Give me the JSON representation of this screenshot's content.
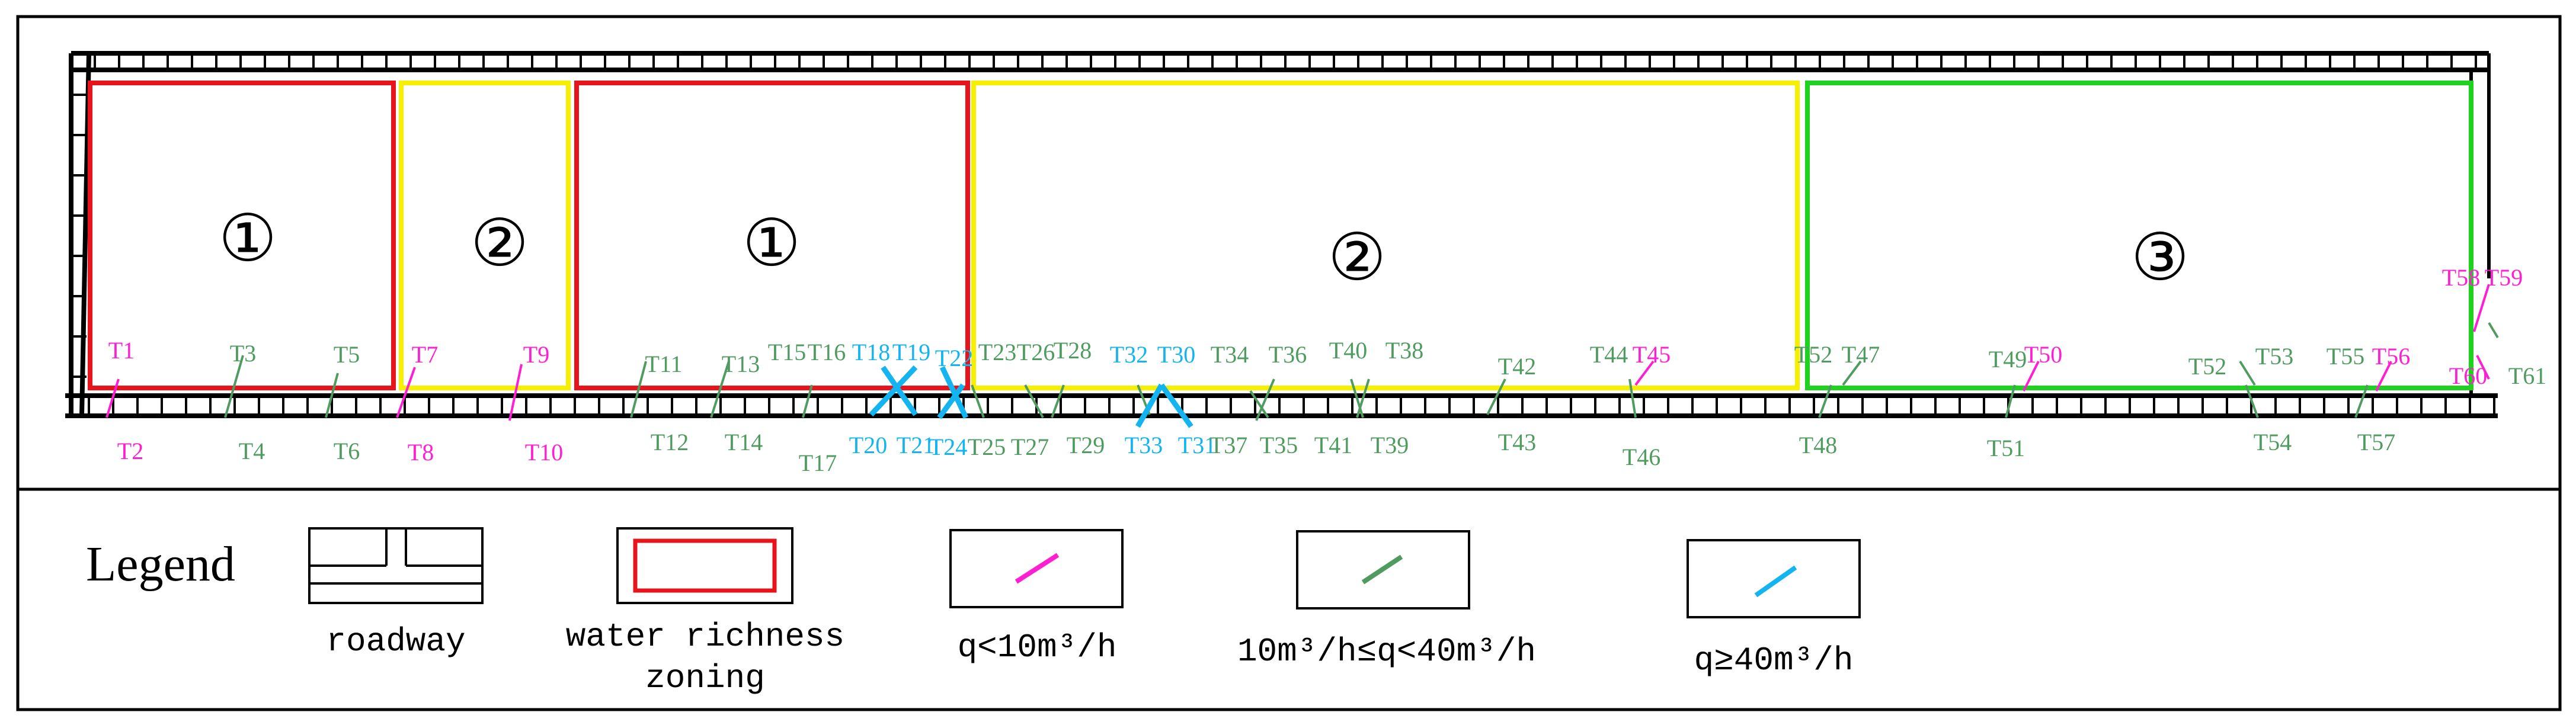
{
  "colors": {
    "red": "#e8141c",
    "yellow": "#f6f000",
    "green": "#1fd21f",
    "magenta": "#ff1fd2",
    "darkgreen": "#4f9b60",
    "cyan": "#14b4f0",
    "black": "#000000"
  },
  "zones": [
    {
      "id": "z1a",
      "label": "①",
      "color": "red"
    },
    {
      "id": "z2a",
      "label": "②",
      "color": "yellow"
    },
    {
      "id": "z1b",
      "label": "①",
      "color": "red"
    },
    {
      "id": "z2b",
      "label": "②",
      "color": "yellow"
    },
    {
      "id": "z3",
      "label": "③",
      "color": "green"
    }
  ],
  "points": [
    "T1",
    "T2",
    "T3",
    "T4",
    "T5",
    "T6",
    "T7",
    "T8",
    "T9",
    "T10",
    "T11",
    "T12",
    "T13",
    "T14",
    "T15",
    "T16",
    "T17",
    "T18",
    "T19",
    "T20",
    "T21",
    "T22",
    "T23",
    "T24",
    "T25",
    "T26",
    "T27",
    "T28",
    "T29",
    "T30",
    "T31",
    "T32",
    "T33",
    "T34",
    "T35",
    "T36",
    "T37",
    "T38",
    "T39",
    "T40",
    "T41",
    "T42",
    "T43",
    "T44",
    "T45",
    "T46",
    "T47",
    "T48",
    "T49",
    "T50",
    "T51",
    "T52",
    "T53",
    "T54",
    "T55",
    "T56",
    "T57",
    "T58",
    "T59",
    "T60",
    "T61"
  ],
  "legend": {
    "title": "Legend",
    "roadway": "roadway",
    "zoning_line1": "water richness",
    "zoning_line2": "zoning",
    "q_low": "q<10m³/h",
    "q_mid": "10m³/h≤q<40m³/h",
    "q_high": "q≥40m³/h"
  }
}
